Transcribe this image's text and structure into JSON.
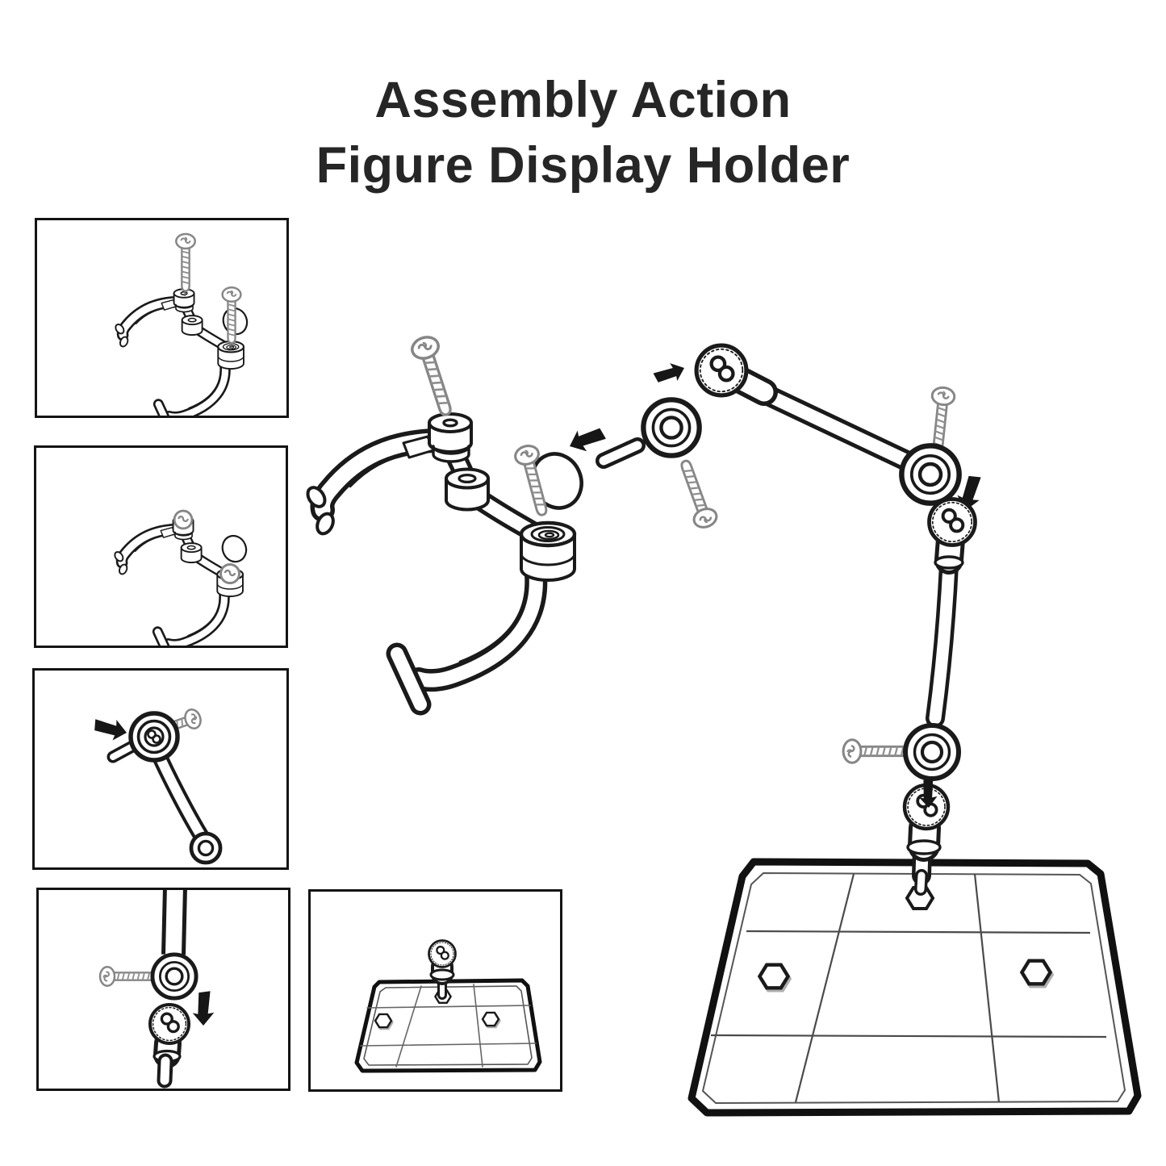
{
  "title": {
    "line1": "Assembly Action",
    "line2": "Figure Display Holder"
  },
  "colors": {
    "background": "#ffffff",
    "ink": "#1a1a1a",
    "screw_gray": "#868686",
    "title_text": "#262626"
  },
  "panels": [
    {
      "label": "step-1-clamp-with-two-screws"
    },
    {
      "label": "step-2-clamp-screws-installed"
    },
    {
      "label": "step-3-arm-ball-joint-with-screw"
    },
    {
      "label": "step-4-elbow-joint-screw-and-ball-peg"
    },
    {
      "label": "step-5-base-plate-with-ball-peg"
    }
  ],
  "main_diagram": {
    "label": "full-assembly-exploded-view"
  }
}
